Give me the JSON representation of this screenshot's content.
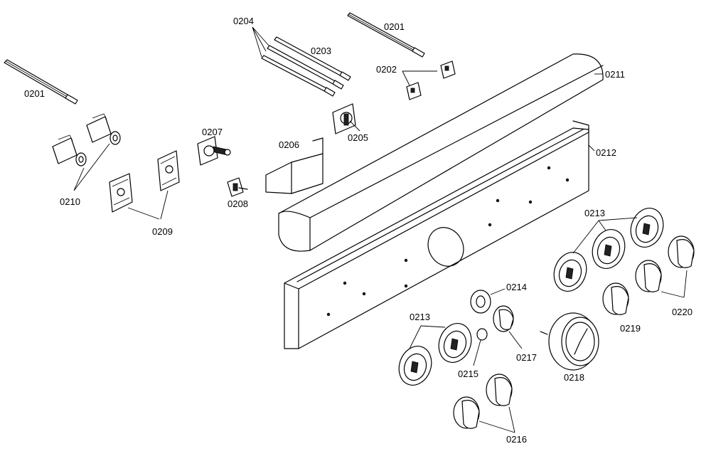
{
  "diagram": {
    "labels": {
      "p0201_left": "0201",
      "p0201_top": "0201",
      "p0202": "0202",
      "p0203": "0203",
      "p0204": "0204",
      "p0205": "0205",
      "p0206": "0206",
      "p0207": "0207",
      "p0208": "0208",
      "p0209": "0209",
      "p0210": "0210",
      "p0211": "0211",
      "p0212": "0212",
      "p0213_right": "0213",
      "p0213_left": "0213",
      "p0214": "0214",
      "p0215": "0215",
      "p0216": "0216",
      "p0217": "0217",
      "p0218": "0218",
      "p0219": "0219",
      "p0220": "0220"
    }
  }
}
